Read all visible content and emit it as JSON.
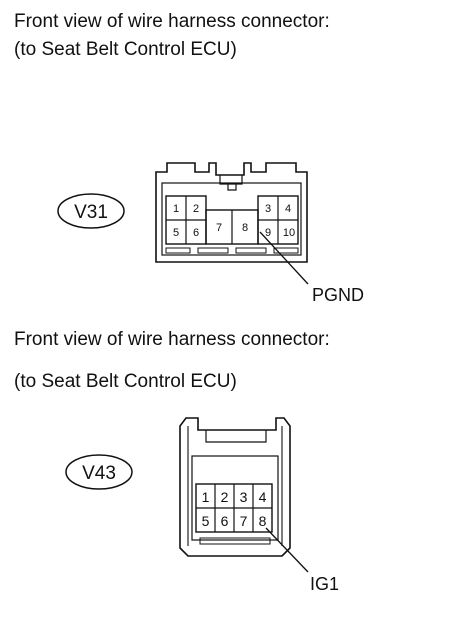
{
  "captions": {
    "top_line1": "Front view of wire harness connector:",
    "top_line2": "(to Seat Belt Control ECU)",
    "bottom_line1": "Front view of wire harness connector:",
    "bottom_line2": "(to Seat Belt Control ECU)"
  },
  "connector_v31": {
    "code": "V31",
    "pins": [
      "1",
      "2",
      "3",
      "4",
      "5",
      "6",
      "7",
      "8",
      "9",
      "10"
    ],
    "callout": "PGND"
  },
  "connector_v43": {
    "code": "V43",
    "pins": [
      "1",
      "2",
      "3",
      "4",
      "5",
      "6",
      "7",
      "8"
    ],
    "callout": "IG1"
  }
}
